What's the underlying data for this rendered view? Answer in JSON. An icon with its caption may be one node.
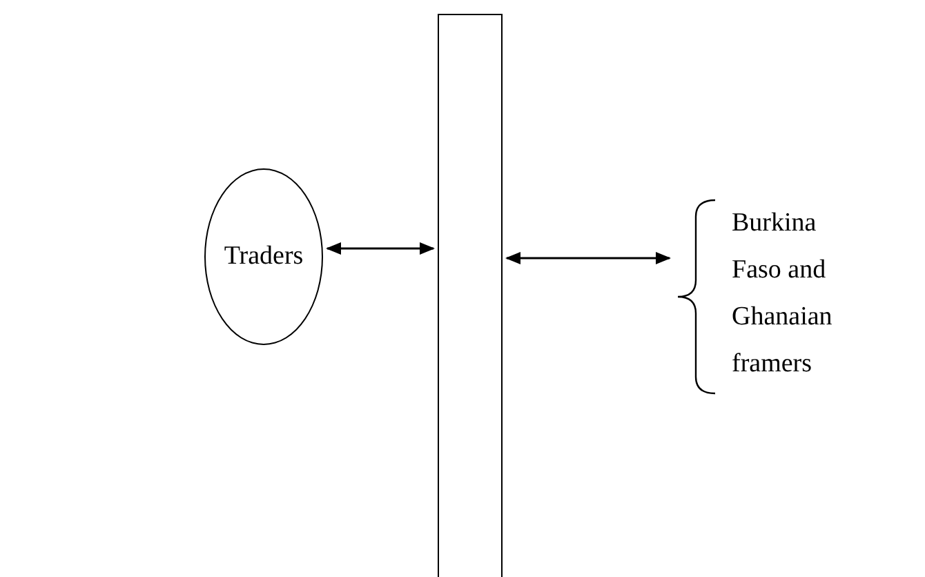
{
  "diagram": {
    "nodes": [
      {
        "text": [
          "Traders"
        ]
      },
      {
        "text": [],
        "shape": "bar"
      },
      {
        "text": [
          "Burkina Faso and Ghanaian framers"
        ]
      }
    ],
    "edges": [
      {
        "from": 0,
        "to": 1,
        "arrow": "both"
      },
      {
        "from": 1,
        "to": 2,
        "arrow": "both"
      }
    ]
  }
}
